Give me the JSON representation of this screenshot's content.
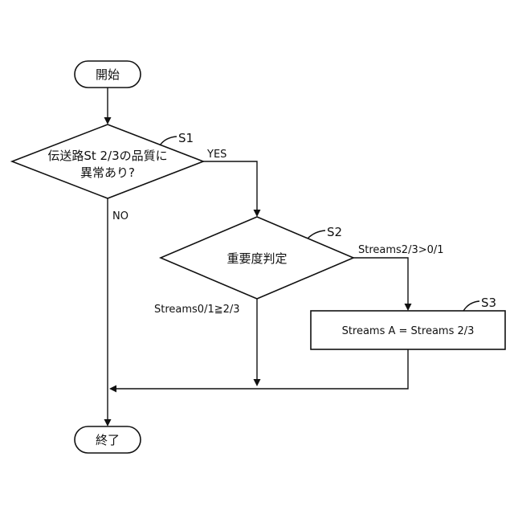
{
  "nodes": {
    "start": "開始",
    "decision1": {
      "line1": "伝送路St 2/3の品質に",
      "line2": "異常あり?"
    },
    "decision2": "重要度判定",
    "process": "Streams A = Streams 2/3",
    "end": "終了"
  },
  "steps": {
    "s1": "S1",
    "s2": "S2",
    "s3": "S3"
  },
  "edges": {
    "yes": "YES",
    "no": "NO",
    "streams_gt": "Streams2/3>0/1",
    "streams_ge": "Streams0/1≧2/3"
  }
}
